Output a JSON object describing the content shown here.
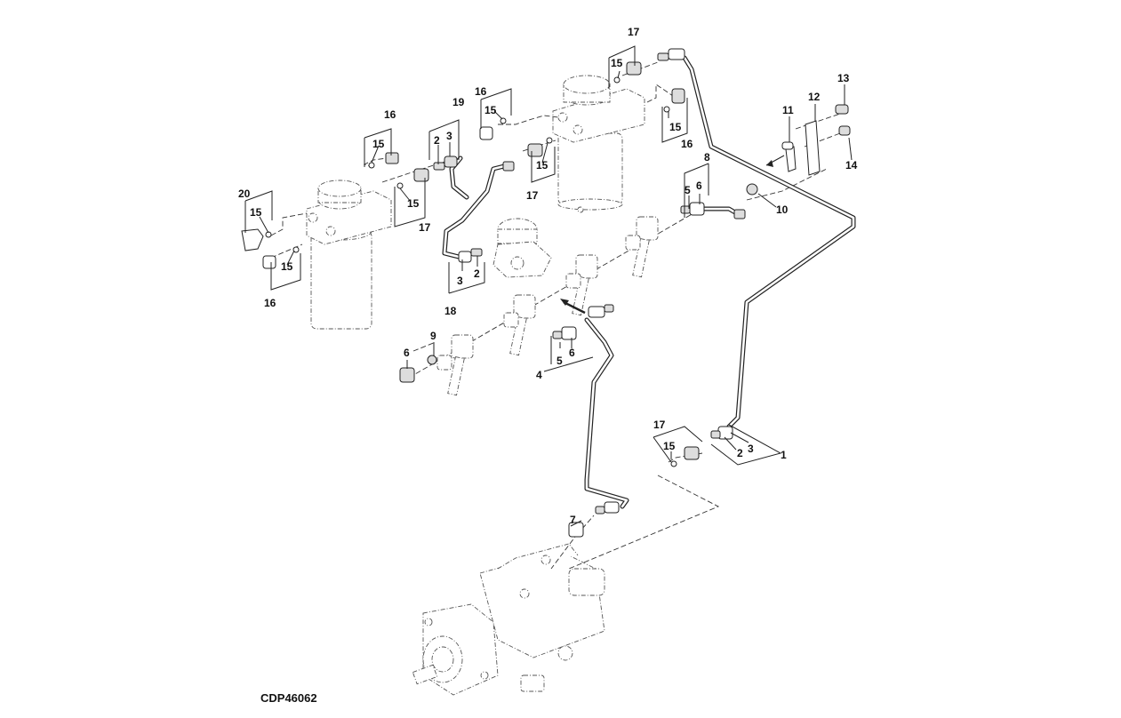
{
  "figure": {
    "id": "CDP46062",
    "type": "exploded parts diagram",
    "subject": "fuel filters, fuel lines and injection pump"
  },
  "callouts": [
    {
      "n": "1"
    },
    {
      "n": "2"
    },
    {
      "n": "3"
    },
    {
      "n": "4"
    },
    {
      "n": "5"
    },
    {
      "n": "6"
    },
    {
      "n": "7"
    },
    {
      "n": "8"
    },
    {
      "n": "9"
    },
    {
      "n": "10"
    },
    {
      "n": "11"
    },
    {
      "n": "12"
    },
    {
      "n": "13"
    },
    {
      "n": "14"
    },
    {
      "n": "15"
    },
    {
      "n": "16"
    },
    {
      "n": "17"
    },
    {
      "n": "18"
    },
    {
      "n": "19"
    },
    {
      "n": "20"
    }
  ],
  "labels": {
    "l20": "20",
    "l15a": "15",
    "l16a": "16",
    "l15b": "15",
    "l16b": "16",
    "l15c": "15",
    "l15d": "15",
    "l17a": "17",
    "l19": "19",
    "l2a": "2",
    "l3a": "3",
    "l16c": "16",
    "l15e": "15",
    "l15f": "15",
    "l17b": "17",
    "l17c": "17",
    "l15g": "15",
    "l15h": "15",
    "l16d": "16",
    "l3b": "3",
    "l2b": "2",
    "l18": "18",
    "l13": "13",
    "l12": "12",
    "l11": "11",
    "l14": "14",
    "l10": "10",
    "l8": "8",
    "l5a": "5",
    "l6a": "6",
    "l9": "9",
    "l6b": "6",
    "l5b": "5",
    "l6c": "6",
    "l4": "4",
    "l17d": "17",
    "l15i": "15",
    "l2c": "2",
    "l3c": "3",
    "l1": "1",
    "l7": "7"
  }
}
